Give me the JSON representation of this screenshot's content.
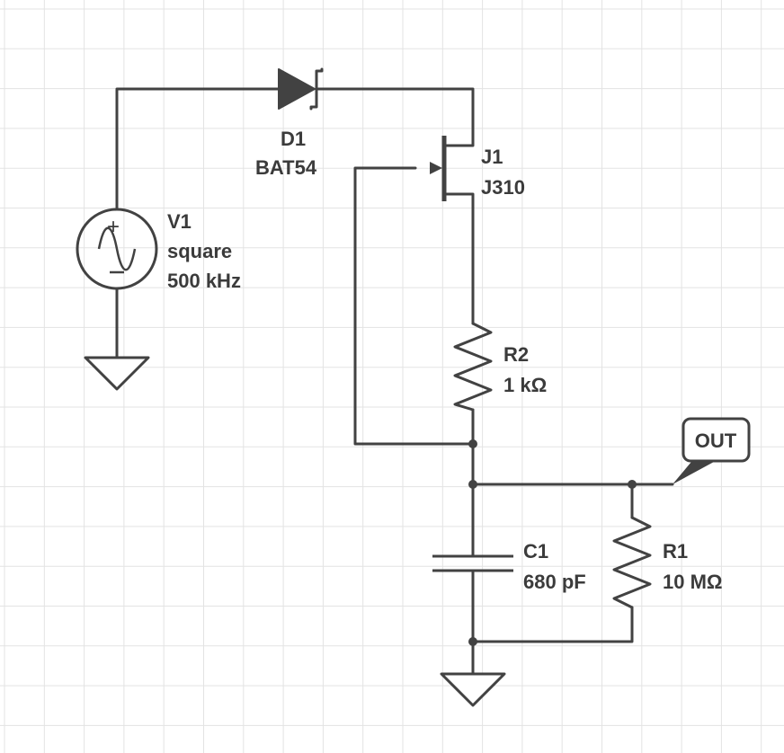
{
  "components": {
    "d1": {
      "ref": "D1",
      "value": "BAT54"
    },
    "j1": {
      "ref": "J1",
      "value": "J310"
    },
    "v1": {
      "ref": "V1",
      "line2": "square",
      "line3": "500 kHz"
    },
    "r2": {
      "ref": "R2",
      "value": "1 kΩ"
    },
    "c1": {
      "ref": "C1",
      "value": "680 pF"
    },
    "r1": {
      "ref": "R1",
      "value": "10 MΩ"
    }
  },
  "net_labels": {
    "out": "OUT"
  },
  "colors": {
    "wire": "#424242",
    "grid": "#e3e3e3",
    "text": "#3b3b3b",
    "background": "#ffffff"
  }
}
